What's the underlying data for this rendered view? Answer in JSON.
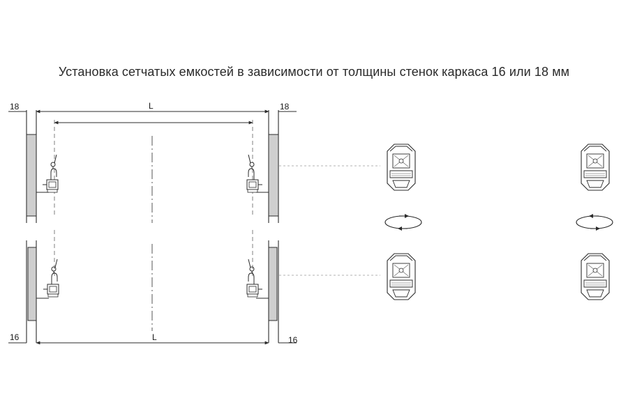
{
  "title": "Установка сетчатых емкостей в зависимости от толщины стенок каркаса 16 или 18 мм",
  "dimensions": {
    "top_left_thickness": "18",
    "top_right_thickness": "18",
    "bottom_left_thickness": "16",
    "bottom_right_thickness": "16",
    "top_length": "L",
    "bottom_length": "L"
  },
  "colors": {
    "line": "#2b2b2b",
    "panel_fill": "#cfcfcf",
    "leader": "#9a9a9a"
  }
}
